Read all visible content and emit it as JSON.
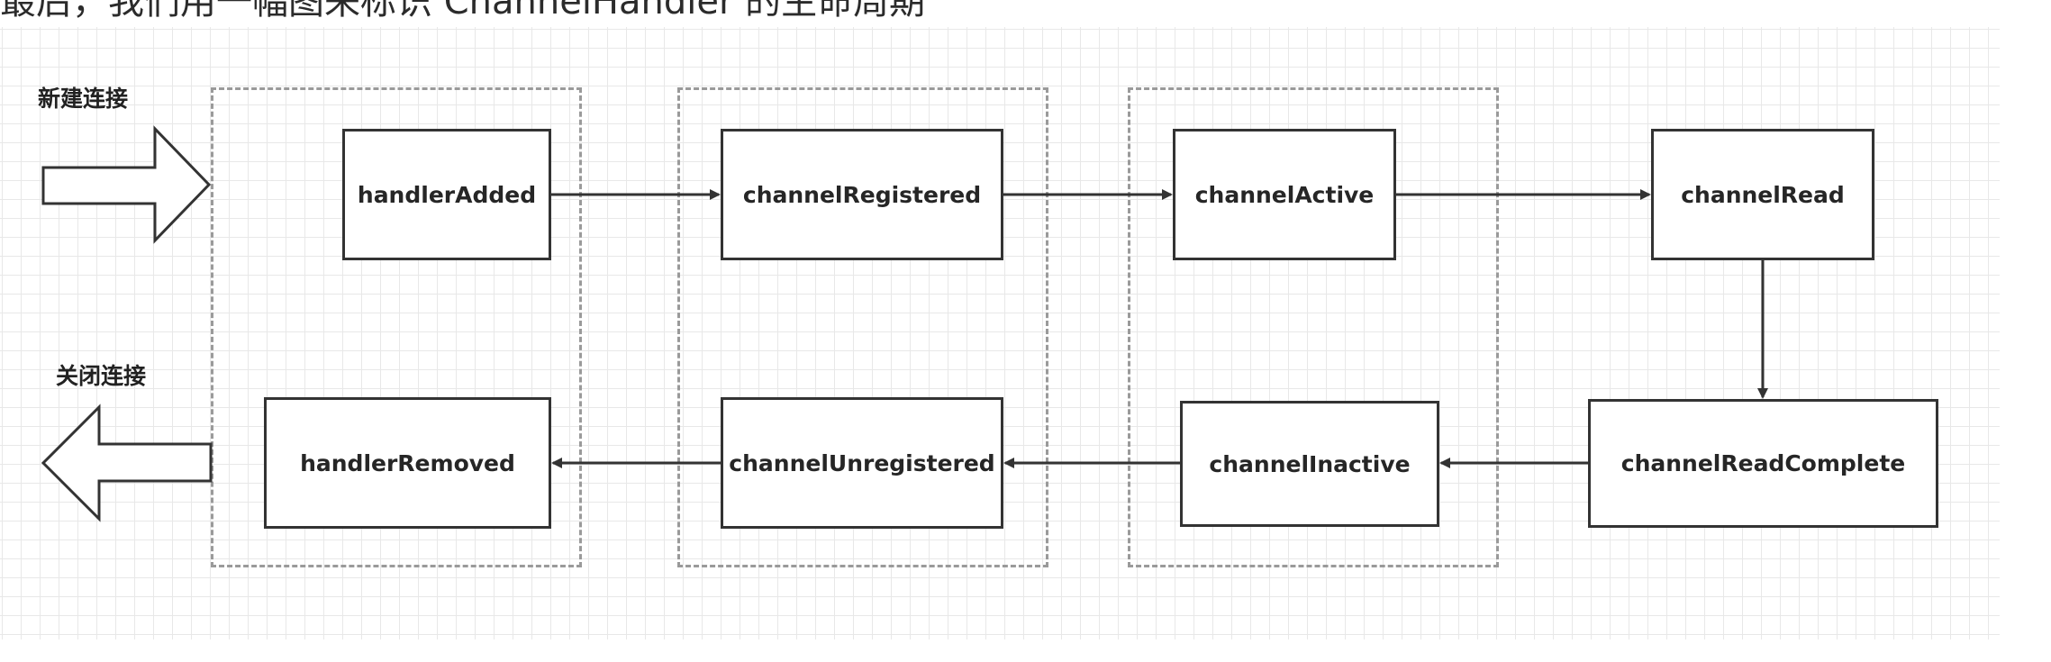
{
  "heading": "最后，我们用一幅图来标识 ChannelHandler 的生命周期",
  "labels": {
    "new_connection": "新建连接",
    "close_connection": "关闭连接"
  },
  "nodes": {
    "handler_added": "handlerAdded",
    "channel_registered": "channelRegistered",
    "channel_active": "channelActive",
    "channel_read": "channelRead",
    "channel_read_complete": "channelReadComplete",
    "channel_inactive": "channelInactive",
    "channel_unregistered": "channelUnregistered",
    "handler_removed": "handlerRemoved"
  },
  "colors": {
    "stroke": "#333333",
    "dashed_group": "#9a9a9a",
    "grid": "#e8e8e8"
  }
}
